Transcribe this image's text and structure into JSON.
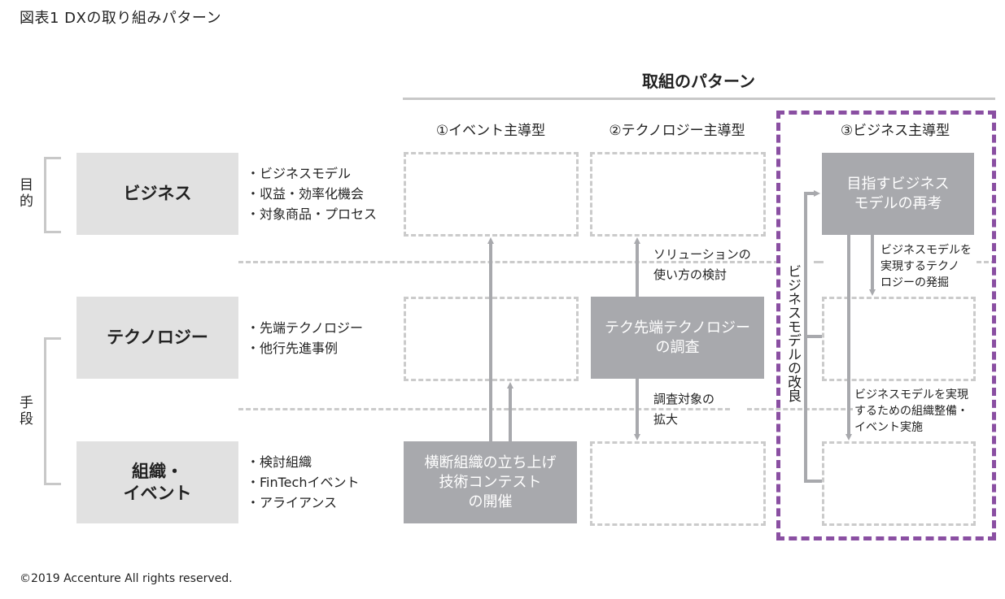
{
  "title": "図表1  DXの取り組みパターン",
  "pattern_heading": "取組のパターン",
  "columns": [
    {
      "label": "①イベント主導型"
    },
    {
      "label": "②テクノロジー主導型"
    },
    {
      "label": "③ビジネス主導型"
    }
  ],
  "side_labels": {
    "purpose": "目的",
    "means": "手段"
  },
  "rows": [
    {
      "label": "ビジネス",
      "bullets": [
        "・ビジネスモデル",
        "・収益・効率化機会",
        "・対象商品・プロセス"
      ]
    },
    {
      "label": "テクノロジー",
      "bullets": [
        "・先端テクノロジー",
        "・他行先進事例"
      ]
    },
    {
      "label_line1": "組織・",
      "label_line2": "イベント",
      "bullets": [
        "・検討組織",
        "・FinTechイベント",
        "・アライアンス"
      ]
    }
  ],
  "cells": {
    "event_org": {
      "line1": "横断組織の立ち上げ",
      "line2": "技術コンテスト",
      "line3": "の開催"
    },
    "tech_tech": {
      "line1": "テク先端テクノロジー",
      "line2": "の調査"
    },
    "biz_biz": {
      "line1": "目指すビジネス",
      "line2": "モデルの再考"
    }
  },
  "annotations": {
    "solution_use": {
      "line1": "ソリューションの",
      "line2": "使い方の検討"
    },
    "expand_scope": {
      "line1": "調査対象の",
      "line2": "拡大"
    },
    "discover_tech": {
      "line1": "ビジネスモデルを",
      "line2": "実現するテクノ",
      "line3": "ロジーの発掘"
    },
    "org_setup": {
      "line1": "ビジネスモデルを実現",
      "line2": "するための組織整備・",
      "line3": "イベント実施"
    },
    "improve_model": "ビジネスモデルの改良"
  },
  "colors": {
    "highlight_frame": "#8a4fa2",
    "active_cell": "#a8a9ad",
    "row_header": "#e1e1e1",
    "connector": "#a8a9ad",
    "dashed": "#cbcbcb"
  },
  "copyright": "©2019 Accenture All rights reserved."
}
